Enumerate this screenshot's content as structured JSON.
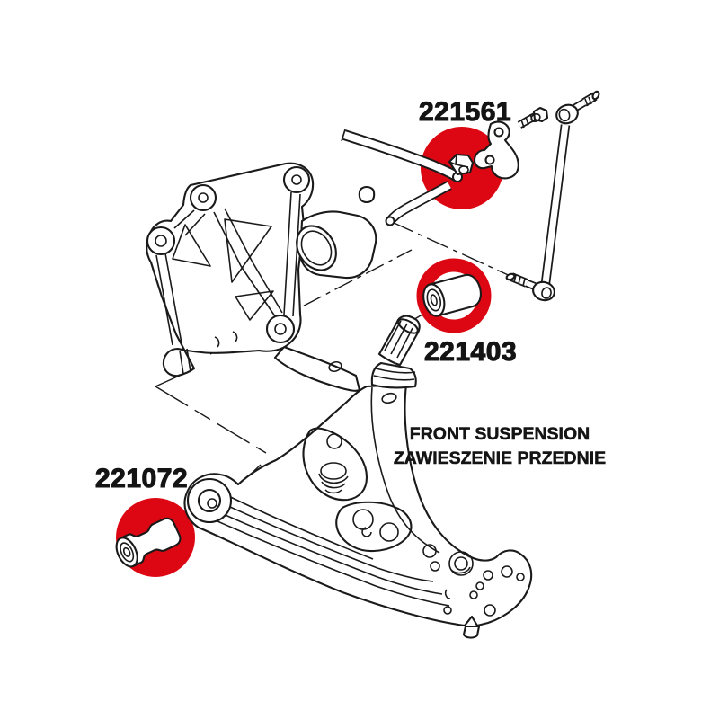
{
  "caption": {
    "line1": "FRONT SUSPENSION",
    "line2": "ZAWIESZENIE PRZEDNIE"
  },
  "parts": [
    {
      "number": "221561"
    },
    {
      "number": "221403"
    },
    {
      "number": "221072"
    }
  ],
  "colors": {
    "highlight_red": "#dc0712",
    "line": "#1a1a1a",
    "background": "#ffffff"
  }
}
